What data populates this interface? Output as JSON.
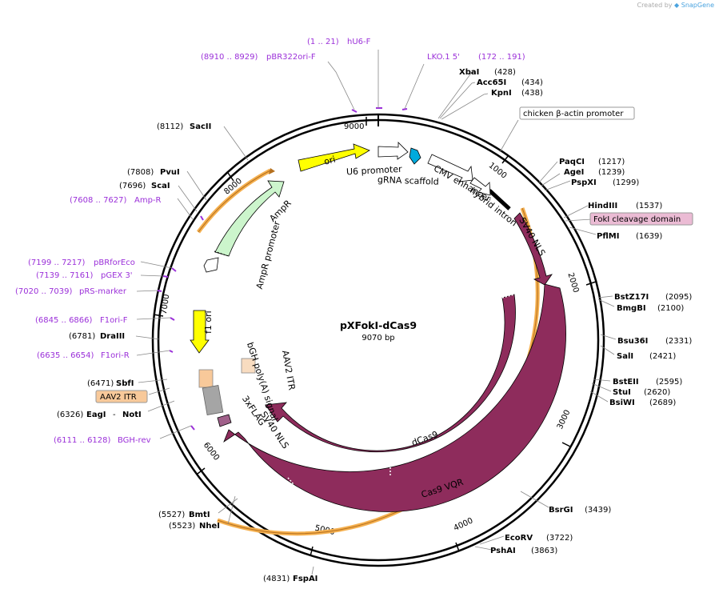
{
  "credit": {
    "prefix": "Created by",
    "brand": "SnapGene"
  },
  "plasmid": {
    "name": "pXFokI-dCas9",
    "size_label": "9070 bp"
  },
  "scale_ticks": [
    "9000",
    "1000",
    "2000",
    "3000",
    "4000",
    "5000",
    "6000",
    "7000",
    "8000"
  ],
  "enzymes": [
    {
      "id": "xbai",
      "name": "XbaI",
      "pos": "(428)"
    },
    {
      "id": "acc65i",
      "name": "Acc65I",
      "pos": "(434)"
    },
    {
      "id": "kpni",
      "name": "KpnI",
      "pos": "(438)"
    },
    {
      "id": "paqci",
      "name": "PaqCI",
      "pos": "(1217)"
    },
    {
      "id": "agei",
      "name": "AgeI",
      "pos": "(1239)"
    },
    {
      "id": "pspxi",
      "name": "PspXI",
      "pos": "(1299)"
    },
    {
      "id": "hindiii",
      "name": "HindIII",
      "pos": "(1537)"
    },
    {
      "id": "pflmi",
      "name": "PflMI",
      "pos": "(1639)"
    },
    {
      "id": "bstz17i",
      "name": "BstZ17I",
      "pos": "(2095)"
    },
    {
      "id": "bmgbi",
      "name": "BmgBI",
      "pos": "(2100)"
    },
    {
      "id": "bsu36i",
      "name": "Bsu36I",
      "pos": "(2331)"
    },
    {
      "id": "sali",
      "name": "SalI",
      "pos": "(2421)"
    },
    {
      "id": "bsteii",
      "name": "BstEII",
      "pos": "(2595)"
    },
    {
      "id": "stui",
      "name": "StuI",
      "pos": "(2620)"
    },
    {
      "id": "bsiwi",
      "name": "BsiWI",
      "pos": "(2689)"
    },
    {
      "id": "bsrgi",
      "name": "BsrGI",
      "pos": "(3439)"
    },
    {
      "id": "ecorv",
      "name": "EcoRV",
      "pos": "(3722)"
    },
    {
      "id": "pshai",
      "name": "PshAI",
      "pos": "(3863)"
    },
    {
      "id": "fspai",
      "name": "FspAI",
      "pos": "(4831)"
    },
    {
      "id": "bmti",
      "name": "BmtI",
      "pos": "(5527)"
    },
    {
      "id": "nhei",
      "name": "NheI",
      "pos": "(5523)"
    },
    {
      "id": "eagi",
      "name": "EagI",
      "pos": "(6326)"
    },
    {
      "id": "noti",
      "name": "NotI",
      "pos": ""
    },
    {
      "id": "sbfi",
      "name": "SbfI",
      "pos": "(6471)"
    },
    {
      "id": "draiii",
      "name": "DraIII",
      "pos": "(6781)"
    },
    {
      "id": "scai",
      "name": "ScaI",
      "pos": "(7696)"
    },
    {
      "id": "pvui",
      "name": "PvuI",
      "pos": "(7808)"
    },
    {
      "id": "sacii",
      "name": "SacII",
      "pos": "(8112)"
    }
  ],
  "primers": [
    {
      "id": "hu6f",
      "range": "(1 .. 21)",
      "name": "hU6-F"
    },
    {
      "id": "pbr322ori",
      "range": "(8910 .. 8929)",
      "name": "pBR322ori-F"
    },
    {
      "id": "lko1",
      "range": "(172 .. 191)",
      "name": "LKO.1 5'"
    },
    {
      "id": "ampr",
      "range": "(7608 .. 7627)",
      "name": "Amp-R"
    },
    {
      "id": "pbrforeco",
      "range": "(7199 .. 7217)",
      "name": "pBRforEco"
    },
    {
      "id": "pgex3",
      "range": "(7139 .. 7161)",
      "name": "pGEX 3'"
    },
    {
      "id": "prsmarker",
      "range": "(7020 .. 7039)",
      "name": "pRS-marker"
    },
    {
      "id": "f1orif",
      "range": "(6845 .. 6866)",
      "name": "F1ori-F"
    },
    {
      "id": "f1orir",
      "range": "(6635 .. 6654)",
      "name": "F1ori-R"
    },
    {
      "id": "bghrev",
      "range": "(6111 .. 6128)",
      "name": "BGH-rev"
    }
  ],
  "boxed_features": {
    "chicken": "chicken β-actin promoter",
    "foki": "FokI cleavage domain",
    "aav2": "AAV2 ITR"
  },
  "features": {
    "ori": "ori",
    "u6": "U6 promoter",
    "grna": "gRNA scaffold",
    "cmv": "CMV enhancer",
    "hybrid": "hybrid intron",
    "sv40_top": "SV40 NLS",
    "ampr": "AmpR",
    "amprp": "AmpR promoter",
    "f1": "f1 ori",
    "bgh": "bGH poly(A) signal",
    "aav2itr": "AAV2 ITR",
    "flag": "3xFLAG",
    "sv40_bottom": "SV40 NLS",
    "dcas9": "dCas9",
    "cas9vqr": "Cas9 VQR"
  },
  "colors": {
    "purple_feature": "#8e2c5c",
    "primer": "#9b30d9",
    "ori": "#ffff00",
    "ampr": "#ccf5cc",
    "orange_highlight": "#f5b04f",
    "aav2_box": "#f8c99a",
    "foki_box": "#ebbbd4",
    "grna": "#00aadd"
  }
}
